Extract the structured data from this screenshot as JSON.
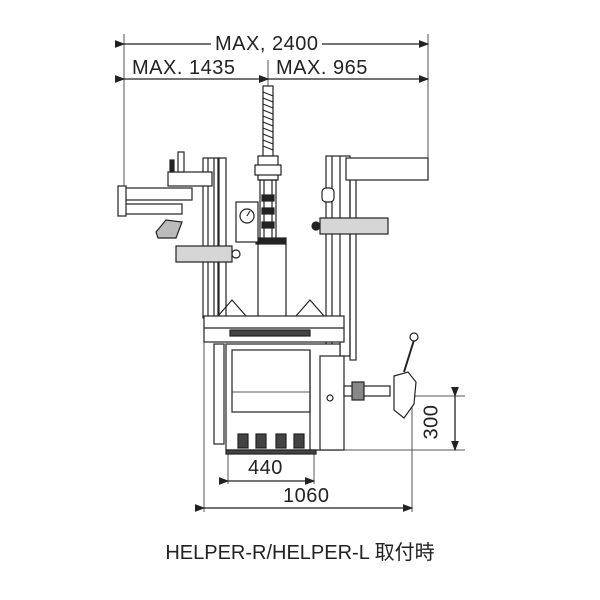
{
  "dimensions": {
    "overall_width": "MAX, 2400",
    "left_width": "MAX. 1435",
    "right_width": "MAX. 965",
    "base_width": "440",
    "total_depth": "1060",
    "pedal_height": "300"
  },
  "caption": "HELPER-R/HELPER-L 取付時",
  "colors": {
    "line": "#222222",
    "panel_gray": "#d6d6d6",
    "background": "#ffffff"
  }
}
